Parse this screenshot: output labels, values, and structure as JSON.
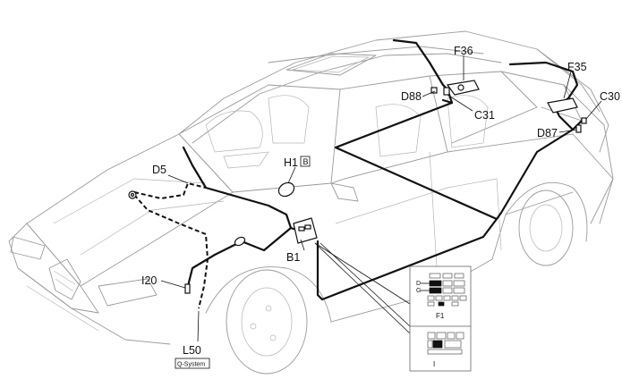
{
  "labels": {
    "f36": "F36",
    "f35": "F35",
    "c30": "C30",
    "d88": "D88",
    "c31": "C31",
    "d87": "D87",
    "h1": "H1",
    "h1_badge": "B",
    "d5": "D5",
    "b1": "B1",
    "i20": "I20",
    "l50": "L50",
    "q_system": "Q-System"
  },
  "fuse_box": {
    "row_d": "D",
    "row_g": "G",
    "caption": "F1"
  },
  "relay_box": {
    "caption": "I"
  },
  "colors": {
    "wire": "#111111",
    "car_outline": "#9a9a9a"
  }
}
